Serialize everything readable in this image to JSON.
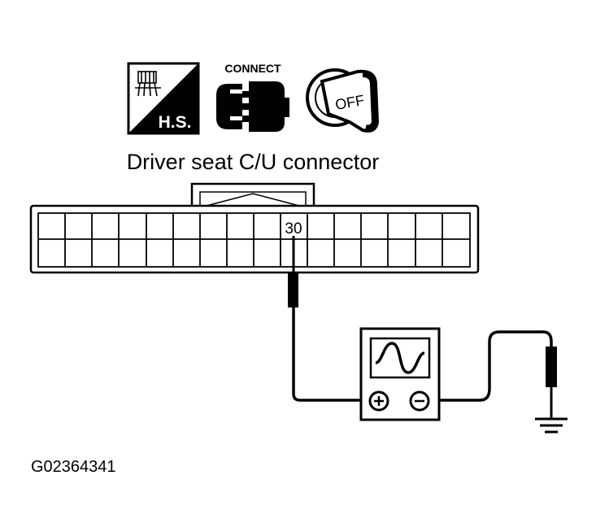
{
  "icons": {
    "hs_label": "H.S.",
    "connect_label": "CONNECT",
    "ignition_label": "OFF"
  },
  "connector": {
    "title": "Driver seat C/U connector",
    "terminal_number": "30"
  },
  "figure_id": "G02364341"
}
